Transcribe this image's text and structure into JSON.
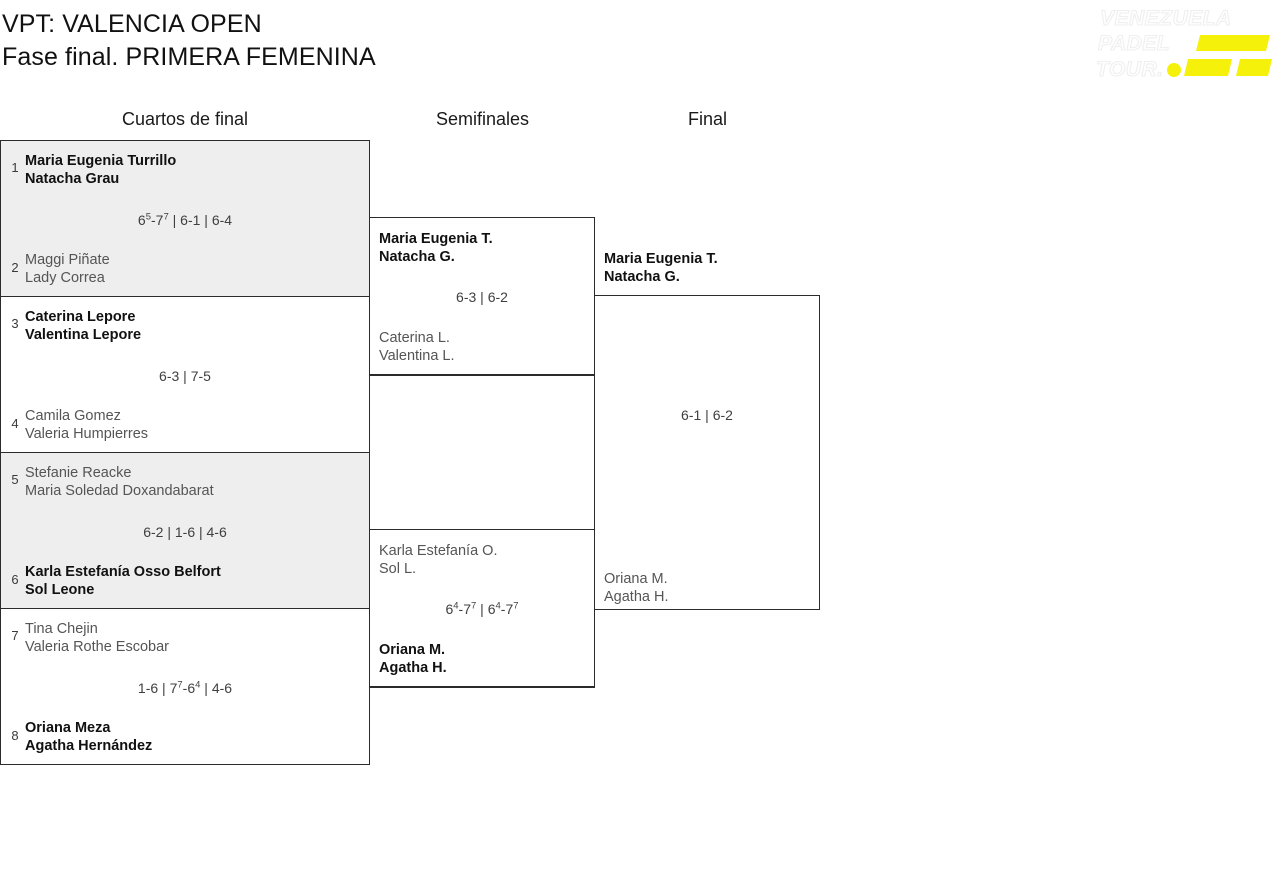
{
  "header": {
    "title_line1": "VPT: VALENCIA OPEN",
    "title_line2": "Fase final. PRIMERA FEMENINA",
    "logo": {
      "line1": "VENEZUELA",
      "line2": "PADEL",
      "line3": "TOUR.",
      "accent_color": "#f5f10a"
    }
  },
  "rounds": {
    "quarterfinals_label": "Cuartos de final",
    "semifinals_label": "Semifinales",
    "final_label": "Final"
  },
  "quarterfinals": [
    {
      "top": {
        "seed": "1",
        "player1": "Maria Eugenia Turrillo",
        "player2": "Natacha Grau",
        "winner": true
      },
      "bottom": {
        "seed": "2",
        "player1": "Maggi Piñate",
        "player2": "Lady Correa",
        "winner": false
      },
      "score": "6<sup>5</sup>-7<sup>7</sup> | 6-1 | 6-4",
      "score_plain": "65-77 | 6-1 | 6-4",
      "shaded": true
    },
    {
      "top": {
        "seed": "3",
        "player1": "Caterina Lepore",
        "player2": "Valentina Lepore",
        "winner": true
      },
      "bottom": {
        "seed": "4",
        "player1": "Camila Gomez",
        "player2": "Valeria Humpierres",
        "winner": false
      },
      "score": "6-3 | 7-5",
      "score_plain": "6-3 | 7-5",
      "shaded": false
    },
    {
      "top": {
        "seed": "5",
        "player1": "Stefanie Reacke",
        "player2": "Maria Soledad Doxandabarat",
        "winner": false
      },
      "bottom": {
        "seed": "6",
        "player1": "Karla Estefanía Osso Belfort",
        "player2": "Sol Leone",
        "winner": true
      },
      "score": "6-2 | 1-6 | 4-6",
      "score_plain": "6-2 | 1-6 | 4-6",
      "shaded": true
    },
    {
      "top": {
        "seed": "7",
        "player1": "Tina Chejin",
        "player2": "Valeria Rothe Escobar",
        "winner": false
      },
      "bottom": {
        "seed": "8",
        "player1": "Oriana Meza",
        "player2": "Agatha Hernández",
        "winner": true
      },
      "score": "1-6 | 7<sup>7</sup>-6<sup>4</sup> | 4-6",
      "score_plain": "1-6 | 77-64 | 4-6",
      "shaded": false
    }
  ],
  "semifinals": [
    {
      "top": {
        "player1": "Maria Eugenia T.",
        "player2": "Natacha G.",
        "winner": true
      },
      "bottom": {
        "player1": "Caterina L.",
        "player2": "Valentina L.",
        "winner": false
      },
      "score": "6-3 | 6-2",
      "score_plain": "6-3 | 6-2"
    },
    {
      "top": {
        "player1": "Karla Estefanía O.",
        "player2": "Sol L.",
        "winner": false
      },
      "bottom": {
        "player1": "Oriana M.",
        "player2": "Agatha H.",
        "winner": true
      },
      "score": "6<sup>4</sup>-7<sup>7</sup> | 6<sup>4</sup>-7<sup>7</sup>",
      "score_plain": "64-77 | 64-77"
    }
  ],
  "final": {
    "top": {
      "player1": "Maria Eugenia T.",
      "player2": "Natacha G.",
      "winner": true
    },
    "bottom": {
      "player1": "Oriana M.",
      "player2": "Agatha H.",
      "winner": false
    },
    "score": "6-1 | 6-2",
    "score_plain": "6-1 | 6-2"
  }
}
